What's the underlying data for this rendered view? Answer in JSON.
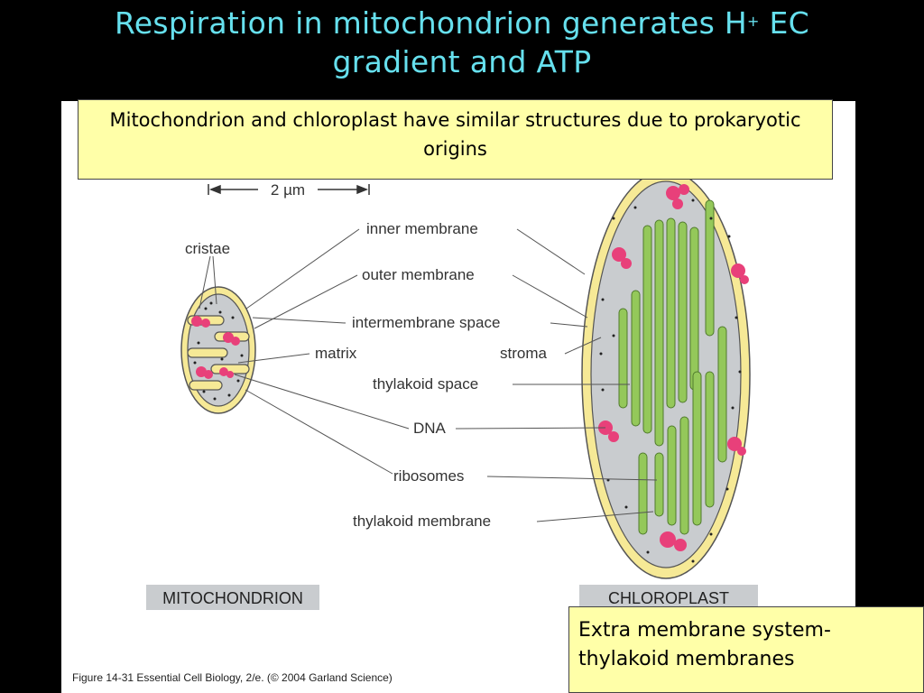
{
  "slide": {
    "title_line1_pre": "Respiration in mitochondrion generates H",
    "title_sup": "+",
    "title_line1_post": " EC",
    "title_line2": "gradient and ATP"
  },
  "callouts": {
    "top": "Mitochondrion and chloroplast have similar structures due to prokaryotic origins",
    "bottom": "Extra membrane system- thylakoid membranes"
  },
  "figure": {
    "scale_bar": "2 µm",
    "labels": {
      "cristae": "cristae",
      "inner_membrane": "inner membrane",
      "outer_membrane": "outer membrane",
      "intermembrane_space": "intermembrane space",
      "matrix": "matrix",
      "stroma": "stroma",
      "thylakoid_space": "thylakoid space",
      "dna": "DNA",
      "ribosomes": "ribosomes",
      "thylakoid_membrane": "thylakoid membrane"
    },
    "captions": {
      "mitochondrion": "MITOCHONDRION",
      "chloroplast": "CHLOROPLAST"
    },
    "credit": "Figure 14-31  Essential Cell Biology, 2/e. (© 2004 Garland Science)"
  },
  "colors": {
    "title": "#66e0ee",
    "callout_fill": "#ffffa8",
    "membrane_yellow": "#f6e996",
    "matrix_gray": "#c9cccf",
    "thylakoid_green": "#94c85a",
    "dna_pink": "#e8407a"
  }
}
